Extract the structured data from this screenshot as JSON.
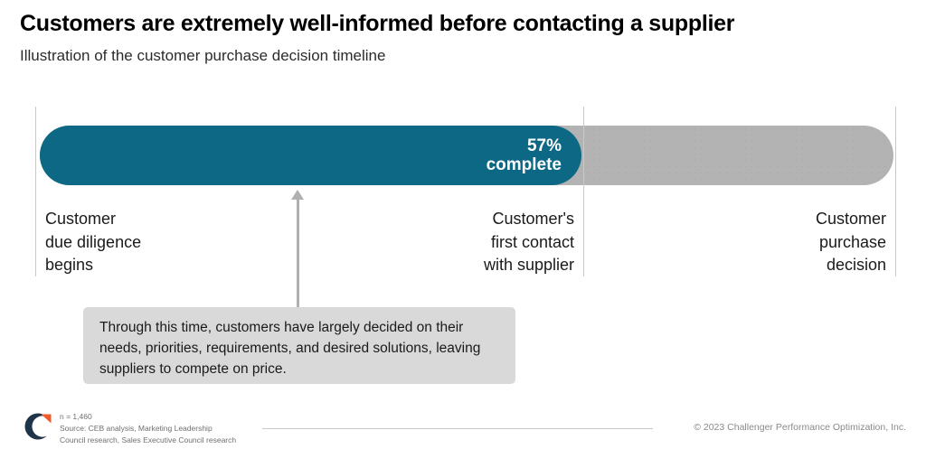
{
  "header": {
    "title": "Customers are extremely well-informed before contacting a supplier",
    "subtitle": "Illustration of the customer purchase decision timeline"
  },
  "chart_data": {
    "type": "bar",
    "title": "Customers are extremely well-informed before contacting a supplier",
    "subtitle": "Illustration of the customer purchase decision timeline",
    "orientation": "horizontal",
    "categories": [
      "Customer purchase decision timeline"
    ],
    "values": [
      57
    ],
    "value_label": "57%\ncomplete",
    "percent_complete": 57,
    "percent_remaining": 43,
    "xlabel": "",
    "ylabel": "",
    "xlim": [
      0,
      100
    ],
    "grid": false,
    "legend": false,
    "colors": {
      "complete": "#0d6885",
      "remaining": "#b3b3b3",
      "tick_line": "#c9c9c9",
      "callout_background": "#d9d9d9",
      "callout_arrow": "#b0b0b0",
      "logo_mark": "#1f3448",
      "logo_accent": "#f05a28"
    },
    "milestones": [
      {
        "position_percent": 0,
        "label": "Customer\ndue diligence\nbegins",
        "align": "left"
      },
      {
        "position_percent": 57,
        "label": "Customer's\nfirst contact\nwith supplier",
        "align": "right"
      },
      {
        "position_percent": 100,
        "label": "Customer\npurchase\ndecision",
        "align": "right"
      }
    ],
    "annotations": [
      {
        "text": "Through this time, customers have largely decided on their needs, priorities, requirements, and desired solutions, leaving suppliers to compete on price.",
        "points_to_percent": 30
      }
    ]
  },
  "timeline": {
    "bar": {
      "complete_label": "57%\ncomplete"
    },
    "stages": {
      "start": "Customer\ndue diligence\nbegins",
      "middle": "Customer's\nfirst contact\nwith supplier",
      "end": "Customer\npurchase\ndecision"
    }
  },
  "callout": {
    "text": "Through this time, customers have largely decided on their needs, priorities, requirements, and desired solutions, leaving suppliers to compete on price."
  },
  "footer": {
    "sample_size": "n = 1,460",
    "source": "Source: CEB analysis, Marketing Leadership\nCouncil research, Sales Executive Council research",
    "source_block": "n = 1,460\nSource: CEB analysis, Marketing Leadership\nCouncil research, Sales Executive Council research",
    "copyright": "© 2023 Challenger Performance Optimization, Inc.",
    "logo": "challenger-c-logo"
  }
}
